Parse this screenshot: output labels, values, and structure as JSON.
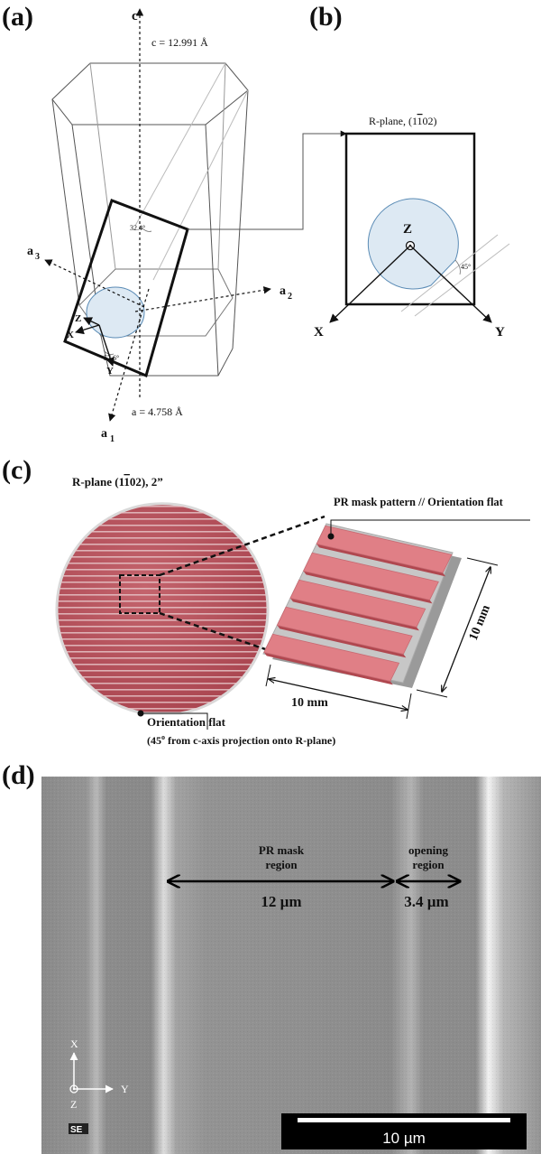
{
  "panel_a": {
    "label": "(a)",
    "c_axis": "c",
    "c_value": "c = 12.991  Å",
    "a_value": "a = 4.758  Å",
    "a1": "a",
    "a1_sub": "1",
    "a2": "a",
    "a2_sub": "2",
    "a3": "a",
    "a3_sub": "3",
    "angle_top": "32.4°",
    "angle_bottom": "57.6°",
    "z_label": "Z",
    "x_label": "X",
    "y_label": "Y"
  },
  "panel_b": {
    "label": "(b)",
    "plane_title": "R-plane, (1",
    "plane_bar": "1",
    "plane_end": "02)",
    "z_label": "Z",
    "x_label": "X",
    "y_label": "Y",
    "angle": "45°"
  },
  "panel_c": {
    "label": "(c)",
    "wafer_title_pre": "R-plane (1",
    "wafer_title_bar": "1",
    "wafer_title_post": "02), 2”",
    "mask_label": "PR mask pattern // Orientation flat",
    "dim_vertical": "10 mm",
    "dim_horizontal": "10 mm",
    "flat_label": "Orientation flat",
    "flat_note": "(45",
    "flat_note_sup": "o",
    "flat_note_post": " from c-axis projection onto R-plane)"
  },
  "panel_d": {
    "label": "(d)",
    "mask_region_l1": "PR mask",
    "mask_region_l2": "region",
    "mask_width": "12 µm",
    "open_region_l1": "opening",
    "open_region_l2": "region",
    "open_width": "3.4 µm",
    "scale_bar": "10 µm",
    "detector": "SE",
    "axis_x": "X",
    "axis_y": "Y",
    "axis_z": "Z"
  },
  "colors": {
    "wafer_fill": "#b8525c",
    "wafer_stripe": "#e9c9cc",
    "mask_stripe": "#e07f86",
    "circle_fill": "#dde9f3",
    "circle_stroke": "#5a8bb5",
    "sem_base": "#8f8f8f"
  }
}
